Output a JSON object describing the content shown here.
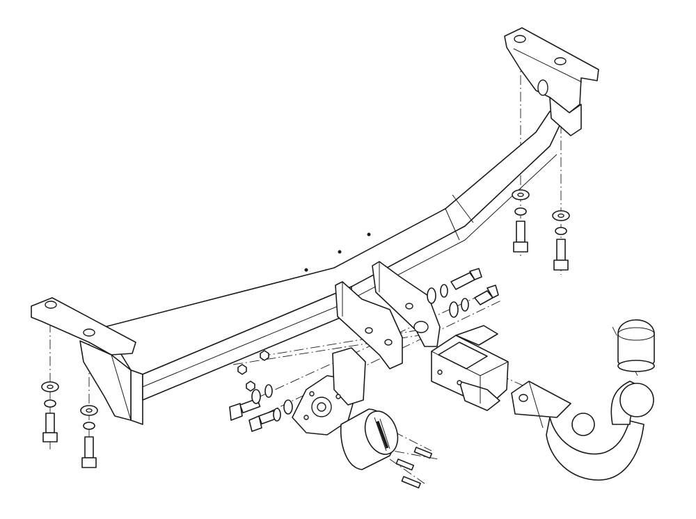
{
  "diagram": {
    "kind": "exploded-assembly-line-drawing",
    "subject": "towbar kit",
    "components": [
      {
        "id": "crossbar",
        "icon": "crossbar-beam"
      },
      {
        "id": "left-mounting-bracket",
        "icon": "bracket-plate"
      },
      {
        "id": "right-mounting-bracket",
        "icon": "bracket-plate"
      },
      {
        "id": "center-flange-plates",
        "icon": "flange-plate"
      },
      {
        "id": "receiver-block",
        "icon": "receiver-block"
      },
      {
        "id": "tow-ball-neck",
        "icon": "tow-ball"
      },
      {
        "id": "ball-cap",
        "icon": "protective-cap"
      },
      {
        "id": "electrical-socket",
        "icon": "socket"
      },
      {
        "id": "socket-bracket-plate",
        "icon": "bracket-plate"
      },
      {
        "id": "bolts",
        "icon": "hex-bolt"
      },
      {
        "id": "washers",
        "icon": "washer"
      },
      {
        "id": "nuts",
        "icon": "hex-nut"
      },
      {
        "id": "screws",
        "icon": "screw"
      }
    ],
    "colors": {
      "line": "#1a1a1a",
      "background": "#ffffff"
    }
  }
}
